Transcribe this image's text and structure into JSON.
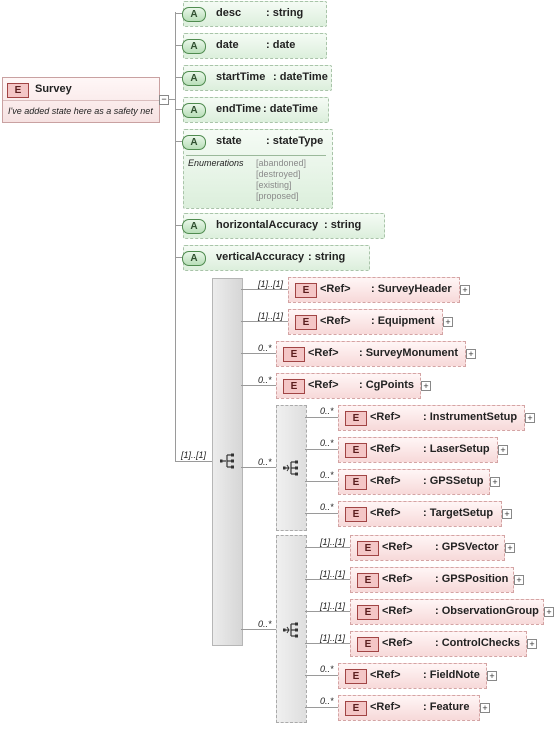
{
  "root": {
    "badge": "E",
    "name": "Survey",
    "note": "I've added state here as a safety net",
    "cardinality": "[1]..[1]"
  },
  "attributes": [
    {
      "badge": "A",
      "name": "desc",
      "type": ": string"
    },
    {
      "badge": "A",
      "name": "date",
      "type": ": date"
    },
    {
      "badge": "A",
      "name": "startTime",
      "type": ": dateTime"
    },
    {
      "badge": "A",
      "name": "endTime",
      "type": ": dateTime"
    },
    {
      "badge": "A",
      "name": "state",
      "type": ": stateType"
    },
    {
      "badge": "A",
      "name": "horizontalAccuracy",
      "type": ": string"
    },
    {
      "badge": "A",
      "name": "verticalAccuracy",
      "type": ": string"
    }
  ],
  "state_enum": {
    "label": "Enumerations",
    "values": [
      "[abandoned]",
      "[destroyed]",
      "[existing]",
      "[proposed]"
    ]
  },
  "sequence_children": [
    {
      "card": "[1]..[1]",
      "badge": "E",
      "ref": "<Ref>",
      "name": ": SurveyHeader"
    },
    {
      "card": "[1]..[1]",
      "badge": "E",
      "ref": "<Ref>",
      "name": ": Equipment"
    },
    {
      "card": "0..*",
      "badge": "E",
      "ref": "<Ref>",
      "name": ": SurveyMonument"
    },
    {
      "card": "0..*",
      "badge": "E",
      "ref": "<Ref>",
      "name": ": CgPoints"
    }
  ],
  "choice1": {
    "card": "0..*",
    "items": [
      {
        "card": "0..*",
        "badge": "E",
        "ref": "<Ref>",
        "name": ": InstrumentSetup"
      },
      {
        "card": "0..*",
        "badge": "E",
        "ref": "<Ref>",
        "name": ": LaserSetup"
      },
      {
        "card": "0..*",
        "badge": "E",
        "ref": "<Ref>",
        "name": ": GPSSetup"
      },
      {
        "card": "0..*",
        "badge": "E",
        "ref": "<Ref>",
        "name": ": TargetSetup"
      }
    ]
  },
  "choice2": {
    "card": "0..*",
    "items": [
      {
        "card": "[1]..[1]",
        "badge": "E",
        "ref": "<Ref>",
        "name": ": GPSVector"
      },
      {
        "card": "[1]..[1]",
        "badge": "E",
        "ref": "<Ref>",
        "name": ": GPSPosition"
      },
      {
        "card": "[1]..[1]",
        "badge": "E",
        "ref": "<Ref>",
        "name": ": ObservationGroup"
      },
      {
        "card": "[1]..[1]",
        "badge": "E",
        "ref": "<Ref>",
        "name": ": ControlChecks"
      },
      {
        "card": "0..*",
        "badge": "E",
        "ref": "<Ref>",
        "name": ": FieldNote"
      },
      {
        "card": "0..*",
        "badge": "E",
        "ref": "<Ref>",
        "name": ": Feature"
      }
    ]
  },
  "icons": {
    "plus": "+",
    "expand": "−"
  }
}
